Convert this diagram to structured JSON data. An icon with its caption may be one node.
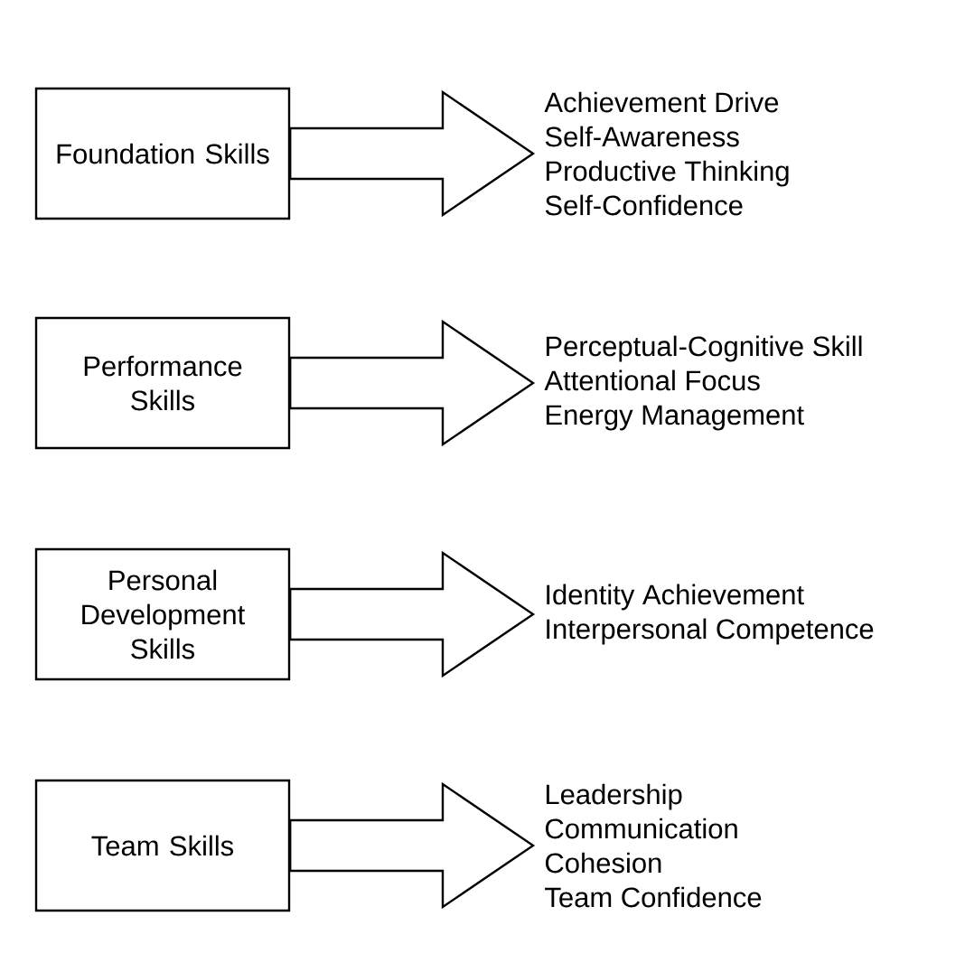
{
  "diagram": {
    "nodes": [
      {
        "text": [
          "Foundation Skills"
        ]
      },
      {
        "text": [
          "Achievement Drive",
          "Self-Awareness",
          "Productive Thinking",
          "Self-Confidence"
        ]
      },
      {
        "text": [
          "Performance Skills"
        ]
      },
      {
        "text": [
          "Perceptual-Cognitive Skill",
          "Attentional Focus",
          "Energy Management"
        ]
      },
      {
        "text": [
          "Personal Development Skills"
        ]
      },
      {
        "text": [
          "Identity Achievement",
          "Interpersonal Competence"
        ]
      },
      {
        "text": [
          "Team Skills"
        ]
      },
      {
        "text": [
          "Leadership",
          "Communication",
          "Cohesion",
          "Team Confidence"
        ]
      }
    ],
    "edges": [
      {
        "from": 0,
        "to": 1,
        "arrow": "to"
      },
      {
        "from": 2,
        "to": 3,
        "arrow": "to"
      },
      {
        "from": 4,
        "to": 5,
        "arrow": "to"
      },
      {
        "from": 6,
        "to": 7,
        "arrow": "to"
      }
    ]
  }
}
